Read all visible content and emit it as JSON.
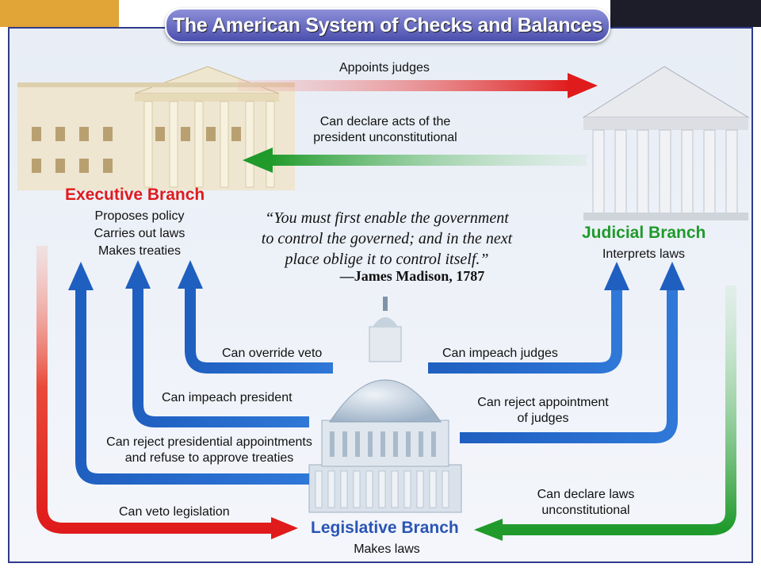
{
  "title": "The American System of Checks and Balances",
  "quote": {
    "lines": [
      "“You must first enable the government",
      "to control the governed; and in the next",
      "place oblige it to control itself.”"
    ],
    "attribution": "—James Madison, 1787"
  },
  "branches": {
    "executive": {
      "name": "Executive Branch",
      "duties": [
        "Proposes policy",
        "Carries out laws",
        "Makes treaties"
      ],
      "color": "#e01b1b"
    },
    "judicial": {
      "name": "Judicial Branch",
      "duties": [
        "Interprets laws"
      ],
      "color": "#1f9a2b"
    },
    "legislative": {
      "name": "Legislative Branch",
      "duties": [
        "Makes laws"
      ],
      "color": "#2a55b5"
    }
  },
  "checks": {
    "appoints_judges": "Appoints judges",
    "declare_acts_unconst": [
      "Can declare acts of the",
      "president unconstitutional"
    ],
    "override_veto": "Can override veto",
    "impeach_president": "Can impeach president",
    "reject_appointments": [
      "Can reject presidential appointments",
      "and refuse to approve treaties"
    ],
    "veto_legislation": "Can veto legislation",
    "impeach_judges": "Can impeach judges",
    "reject_judges": [
      "Can reject appointment",
      "of judges"
    ],
    "declare_laws_unconst": [
      "Can declare laws",
      "unconstitutional"
    ]
  },
  "colors": {
    "red_arrow": "#e01b1b",
    "green_arrow": "#1f9a2b",
    "blue_arrow": "#1f5fc0",
    "frame": "#2f3b8a",
    "banner": "#4b4fae"
  }
}
